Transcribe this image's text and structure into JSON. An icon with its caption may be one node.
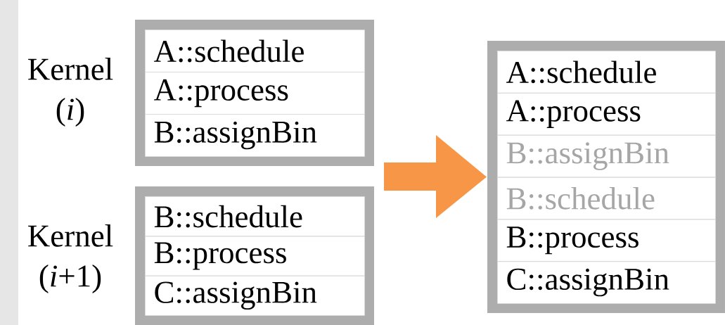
{
  "diagram": {
    "nodes": [
      {
        "text": [],
        "shape": "box",
        "beside": [
          "Kernel (*i*)"
        ]
      },
      {
        "text": [
          "A::schedule"
        ],
        "in": 0
      },
      {
        "text": [
          "A::process"
        ],
        "in": 0
      },
      {
        "text": [
          "B::assignBin"
        ],
        "in": 0
      },
      {
        "text": [],
        "shape": "box",
        "beside": [
          "Kernel (*i*+1)"
        ]
      },
      {
        "text": [
          "B::schedule"
        ],
        "in": 4
      },
      {
        "text": [
          "B::process"
        ],
        "in": 4
      },
      {
        "text": [
          "C::assignBin"
        ],
        "in": 4
      },
      {
        "text": [],
        "shape": "box"
      },
      {
        "text": [
          "A::schedule"
        ],
        "in": 8
      },
      {
        "text": [
          "A::process"
        ],
        "in": 8
      },
      {
        "text": [
          "B::assignBin"
        ],
        "in": 8
      },
      {
        "text": [
          "B::schedule"
        ],
        "in": 8
      },
      {
        "text": [
          "B::process"
        ],
        "in": 8
      },
      {
        "text": [
          "C::assignBin"
        ],
        "in": 8
      }
    ],
    "edges": [
      {
        "from": null,
        "to": 8,
        "arrow": "to",
        "color": "#f79646"
      }
    ]
  }
}
